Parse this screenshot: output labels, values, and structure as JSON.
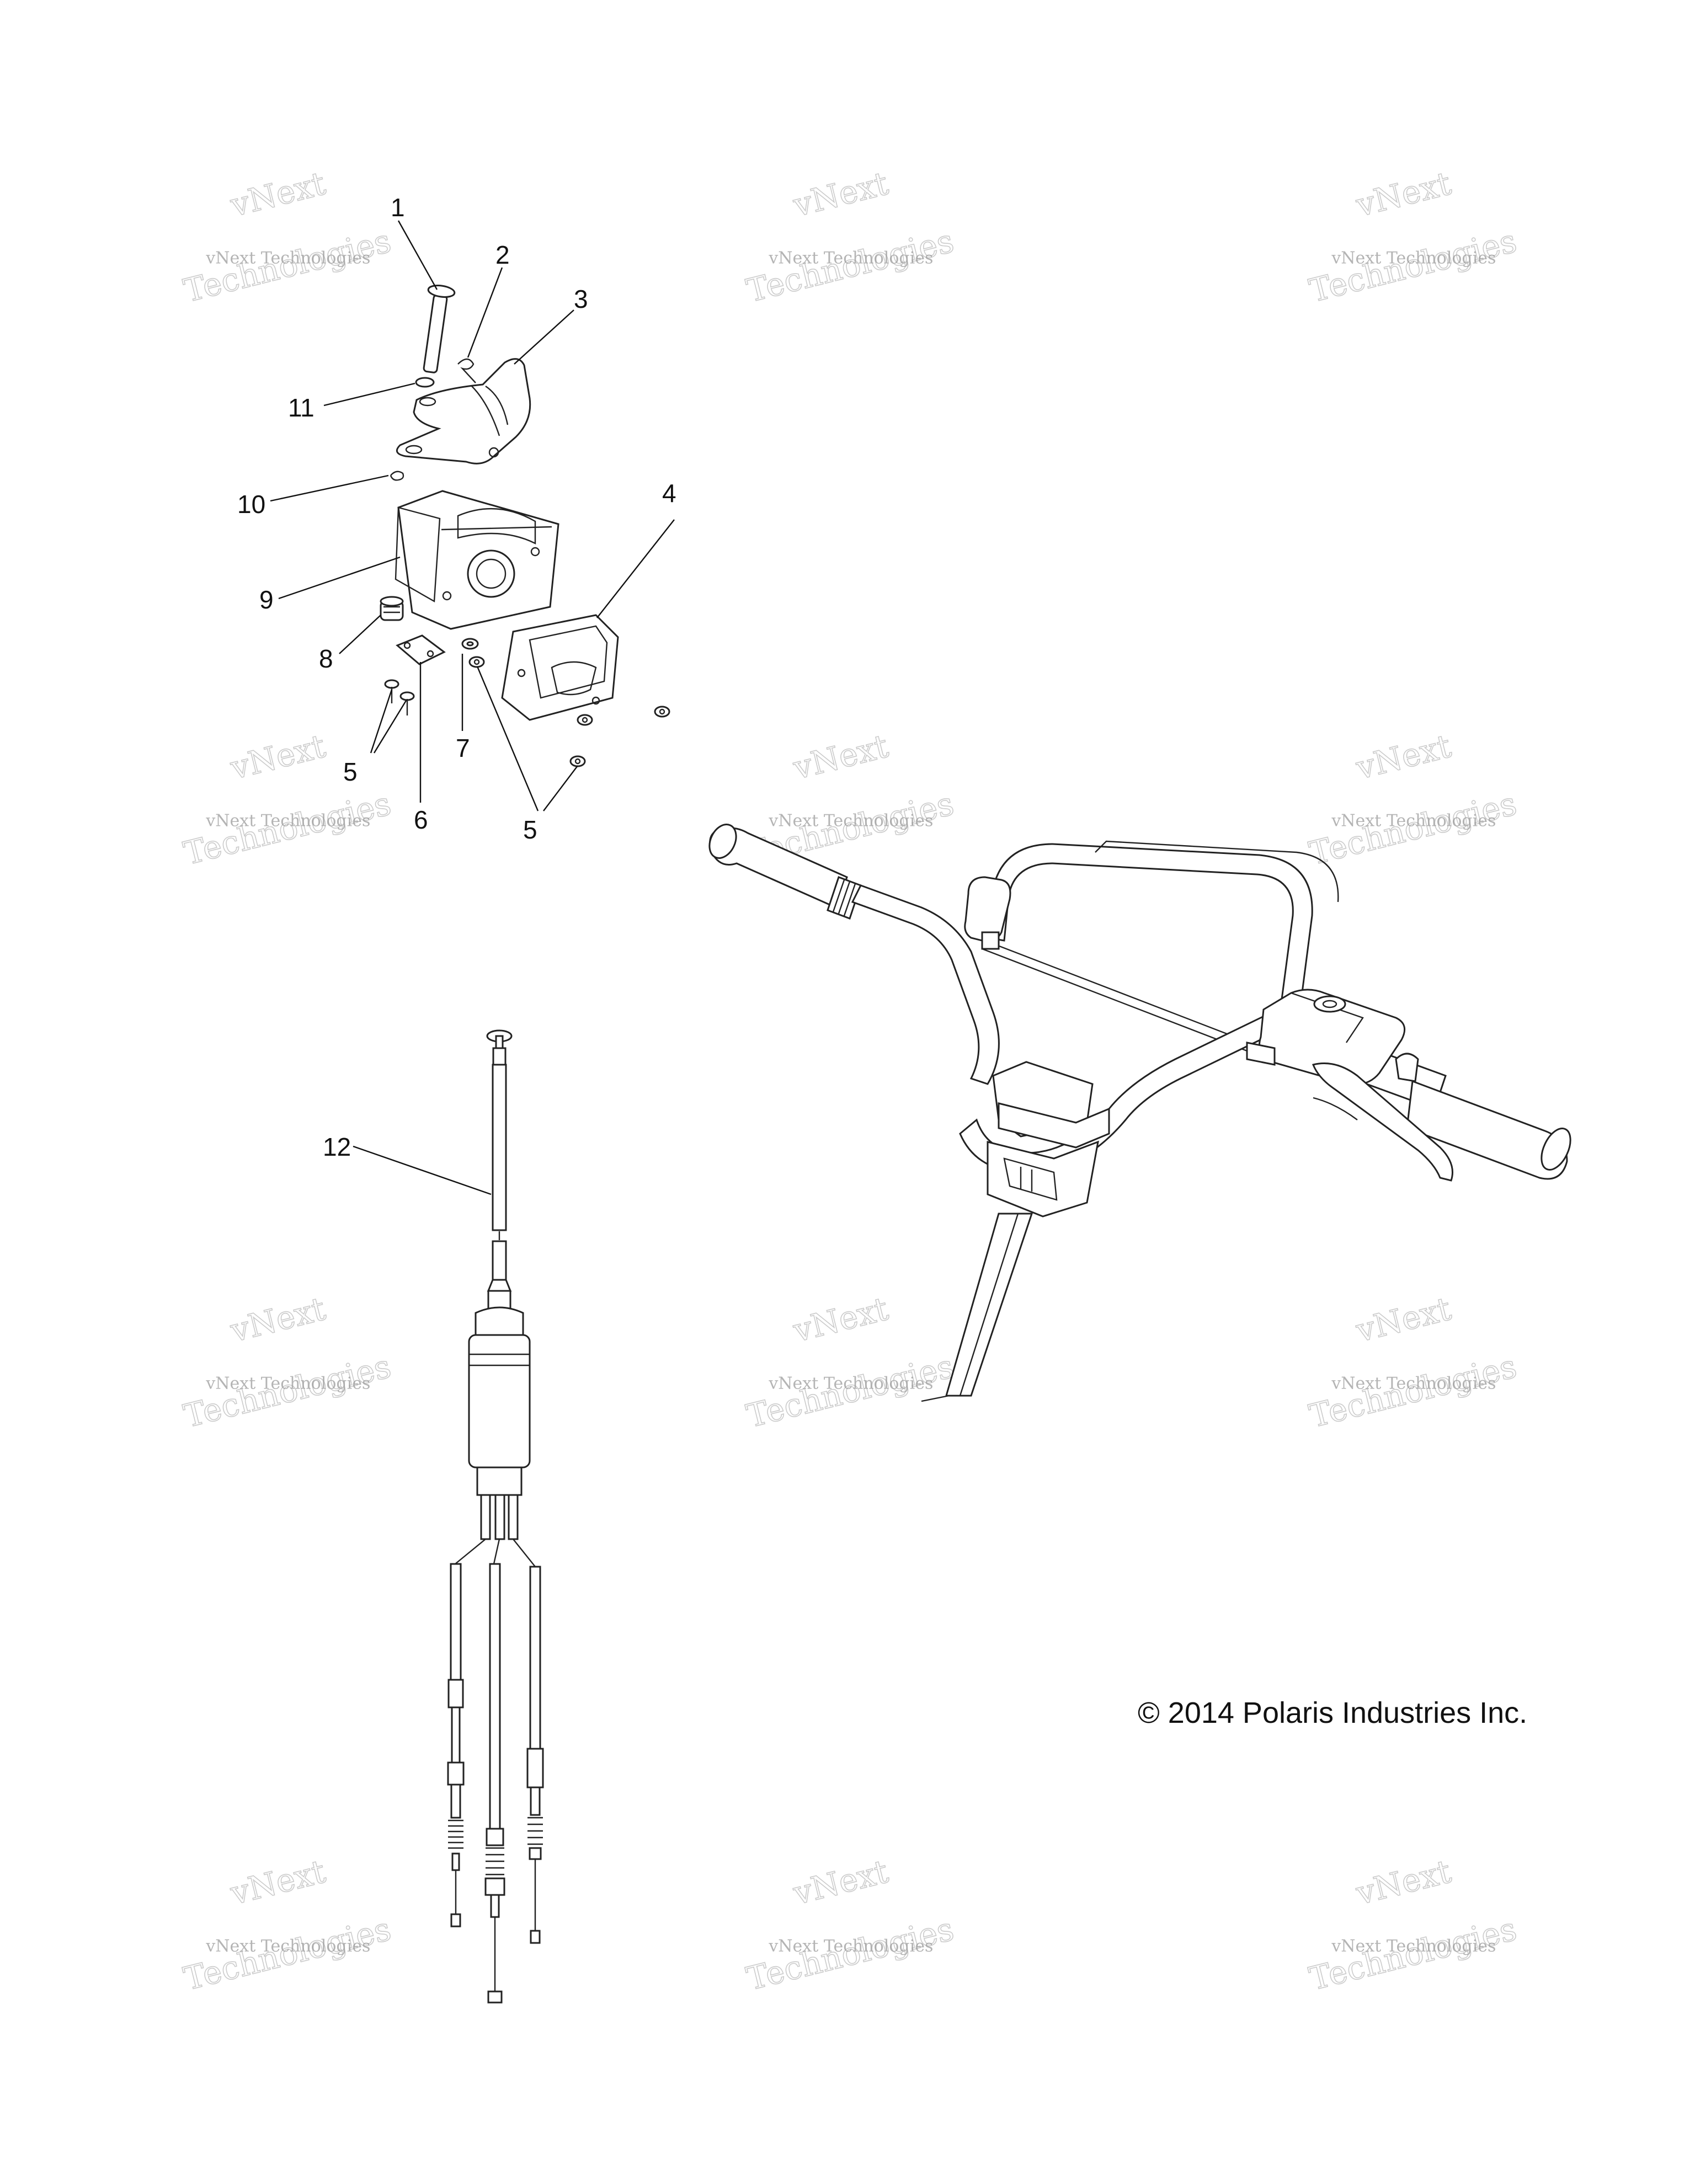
{
  "callouts": [
    "1",
    "2",
    "3",
    "4",
    "5",
    "6",
    "7",
    "8",
    "9",
    "10",
    "11",
    "12"
  ],
  "copyright": "© 2014 Polaris Industries Inc.",
  "watermark": {
    "line1": "vNext Technologies",
    "big_top": "vNext",
    "big_bottom": "Technologies"
  }
}
